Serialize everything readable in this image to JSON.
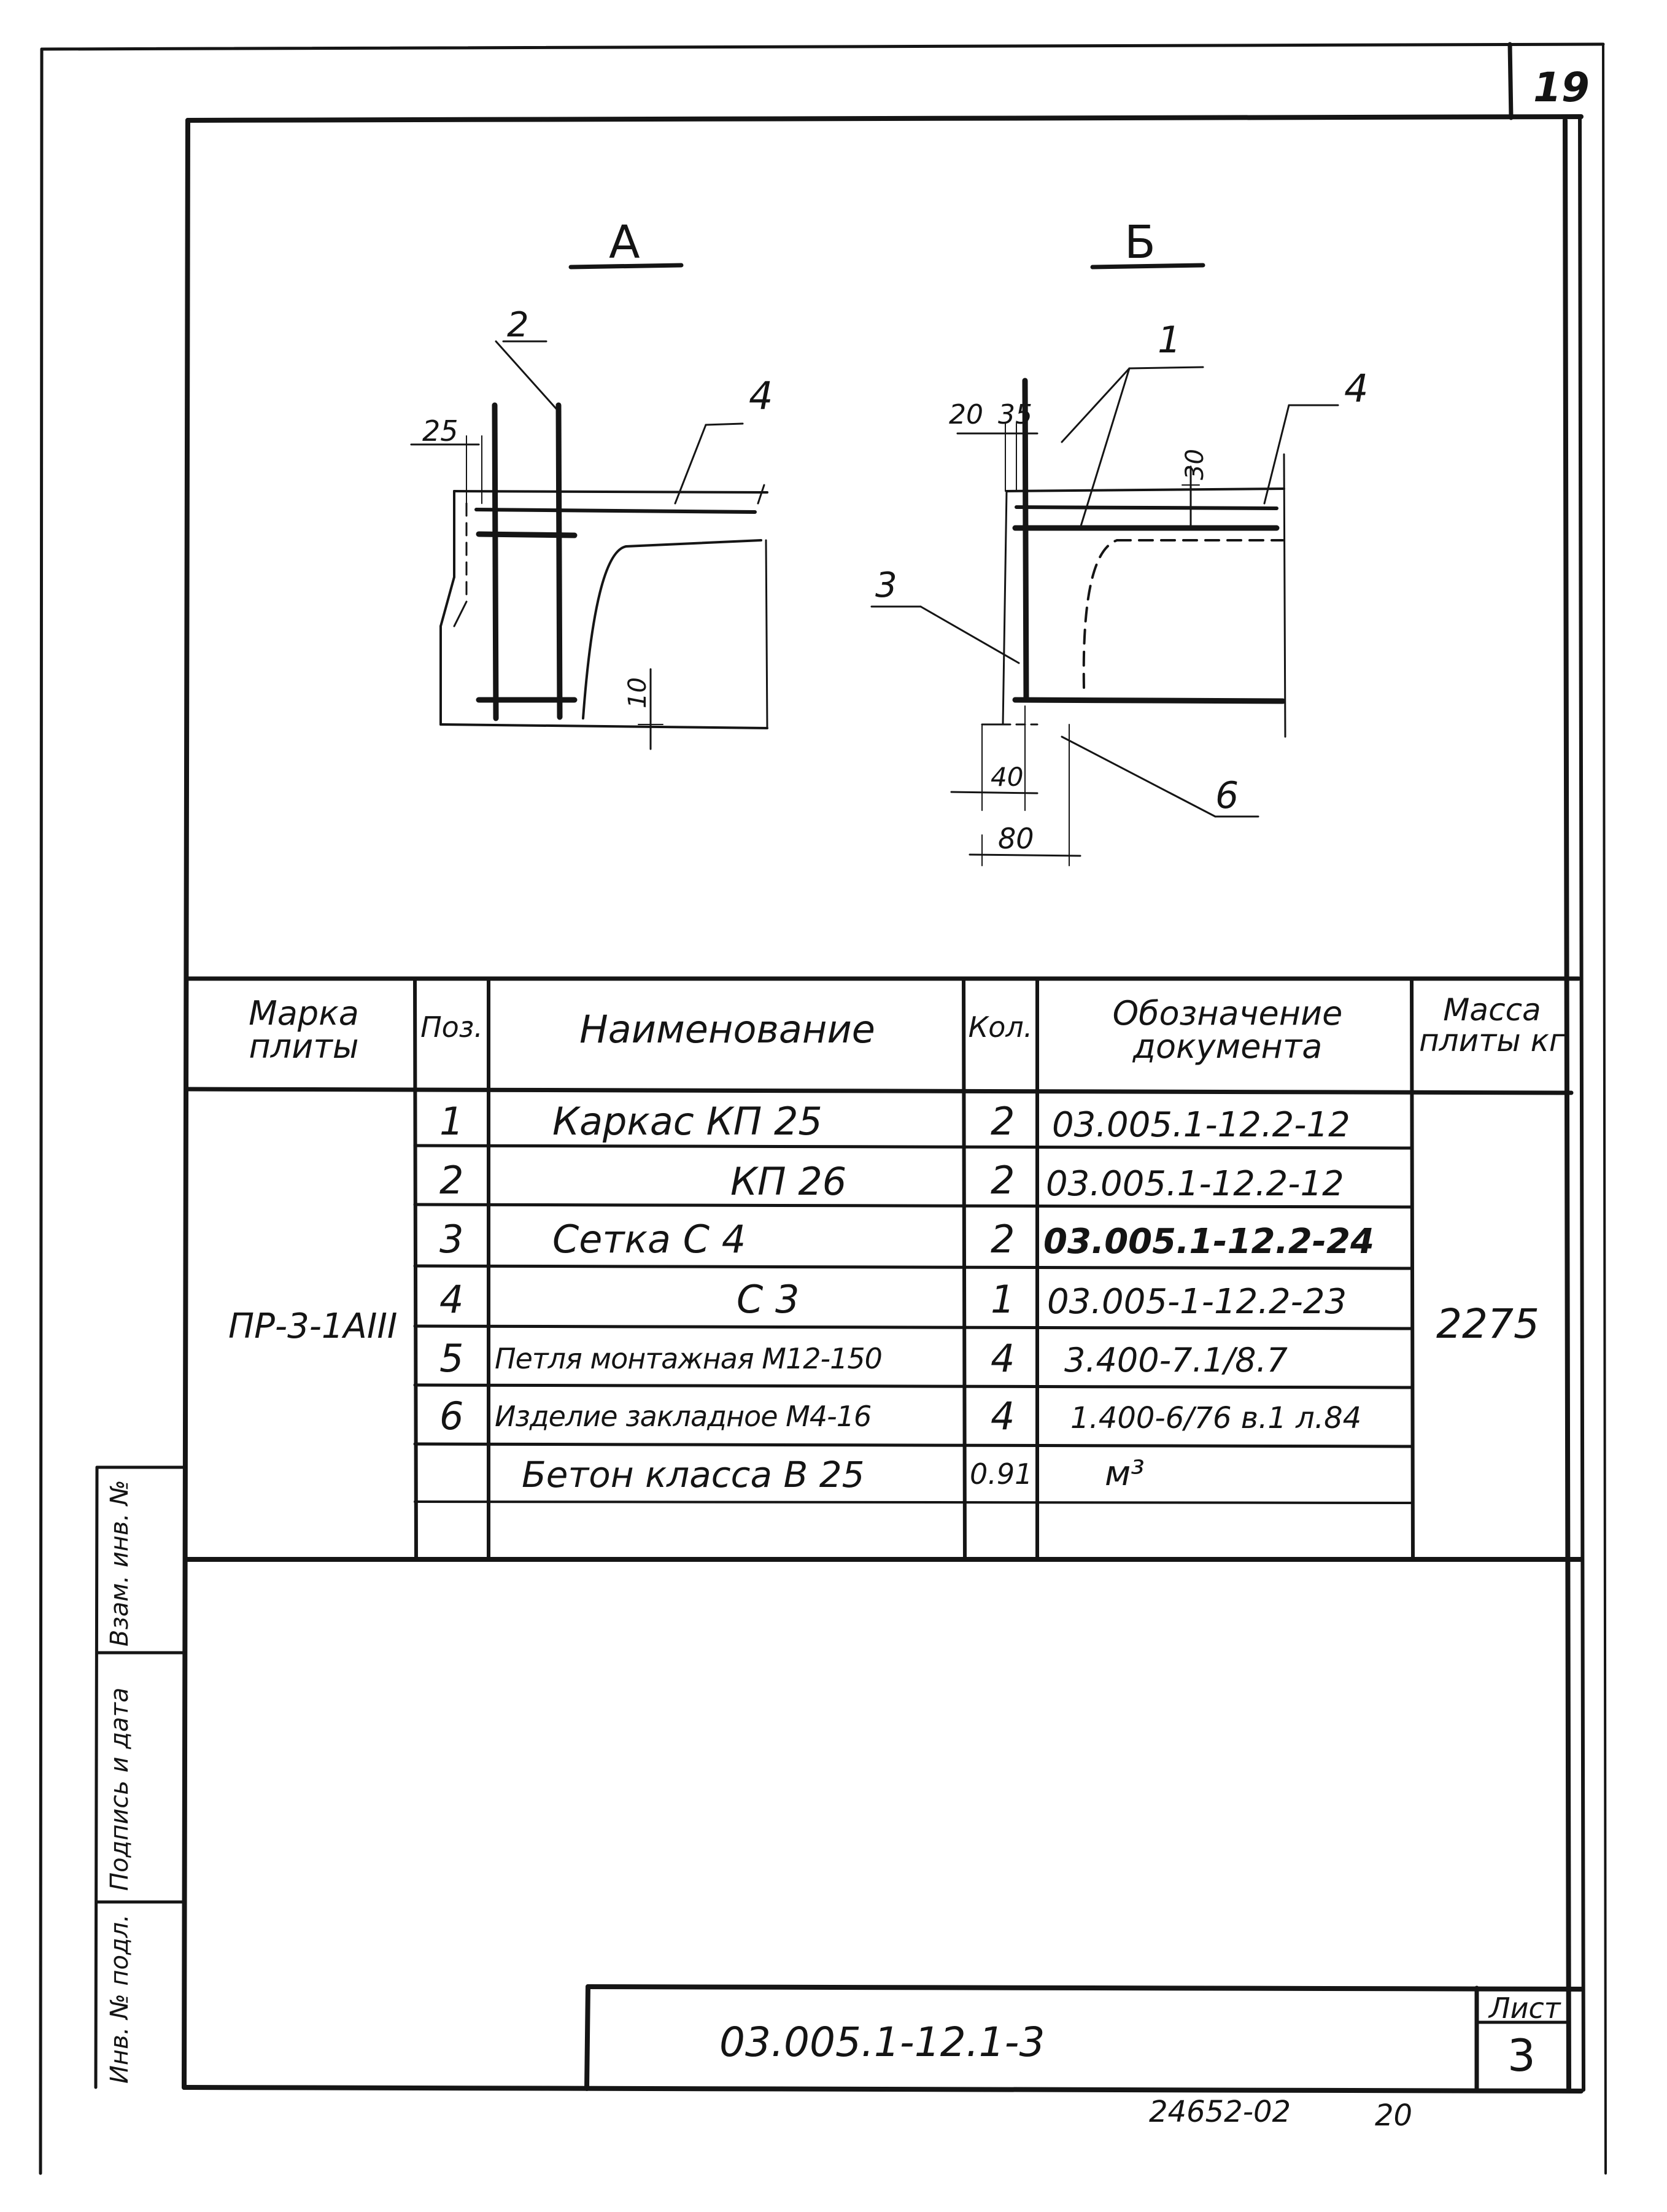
{
  "page": {
    "page_number": "19",
    "sheet_label": "Лист",
    "sheet_number": "3",
    "document_code": "03.005.1-12.1-3",
    "footer_archive": "24652-02",
    "footer_copy": "20"
  },
  "drawings": {
    "view_a": {
      "title": "А",
      "callouts": [
        "2",
        "4"
      ],
      "dims": [
        "25",
        "10"
      ]
    },
    "view_b": {
      "title": "Б",
      "callouts": [
        "1",
        "4",
        "3",
        "6"
      ],
      "dims": [
        "20",
        "35",
        "30",
        "40",
        "80"
      ]
    }
  },
  "table": {
    "headers": {
      "mark": "Марка плиты",
      "pos": "Поз.",
      "name": "Наименование",
      "qty": "Кол.",
      "doc": "Обозначение документа",
      "mass": "Масса плиты кг"
    },
    "mark": "ПР-3-1АIII",
    "mass": "2275",
    "rows": [
      {
        "pos": "1",
        "name": "Каркас КП 25",
        "qty": "2",
        "doc": "03.005.1-12.2-12"
      },
      {
        "pos": "2",
        "name": "КП 26",
        "qty": "2",
        "doc": "03.005.1-12.2-12"
      },
      {
        "pos": "3",
        "name": "Сетка С 4",
        "qty": "2",
        "doc": "03.005.1-12.2-24"
      },
      {
        "pos": "4",
        "name": "С 3",
        "qty": "1",
        "doc": "03.005-1-12.2-23"
      },
      {
        "pos": "5",
        "name": "Петля монтажная М12-150",
        "qty": "4",
        "doc": "3.400-7.1/8.7"
      },
      {
        "pos": "6",
        "name": "Изделие закладное М4-16",
        "qty": "4",
        "doc": "1.400-6/76 в.1 л.84"
      },
      {
        "pos": "",
        "name": "Бетон класса В 25",
        "qty": "0.91",
        "doc": "м³"
      }
    ]
  },
  "side_stamp": [
    "Инв. № подл.",
    "Подпись и дата",
    "Взам. инв. №"
  ]
}
